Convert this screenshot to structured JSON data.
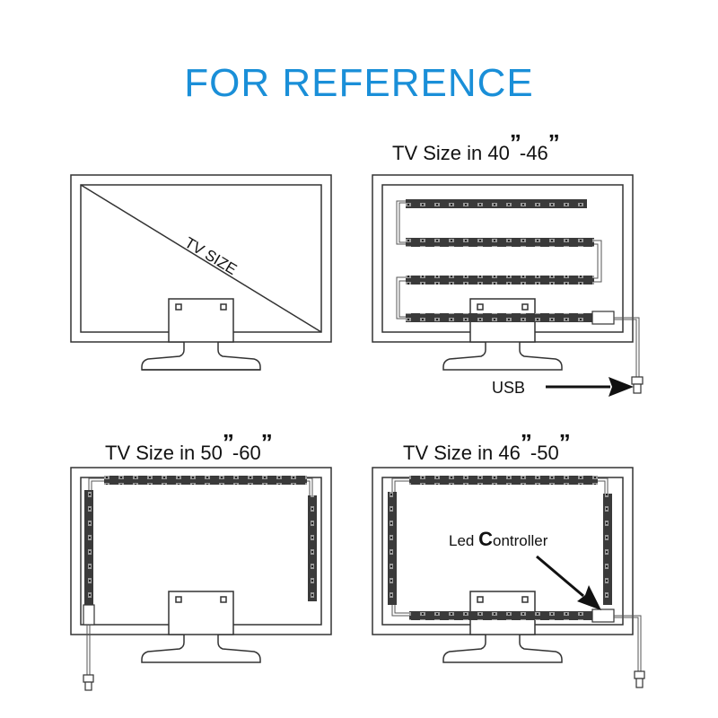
{
  "title": "FOR REFERENCE",
  "title_color": "#1a8fd8",
  "panels": {
    "top_left": {
      "diagonal_label": "TV SIZE"
    },
    "top_right": {
      "size_prefix": "TV Size",
      "size_in": "in",
      "size_from": "40",
      "size_to": "46",
      "inch_mark": "”",
      "usb_label": "USB"
    },
    "bottom_left": {
      "size_prefix": "TV Size",
      "size_in": "in",
      "size_from": "50",
      "size_to": "60",
      "inch_mark": "”"
    },
    "bottom_right": {
      "size_prefix": "TV Size",
      "size_in": "in",
      "size_from": "46",
      "size_to": "50",
      "inch_mark": "”",
      "controller_label_first": "Led",
      "controller_label_initial": "C",
      "controller_label_rest": "ontroller"
    }
  }
}
